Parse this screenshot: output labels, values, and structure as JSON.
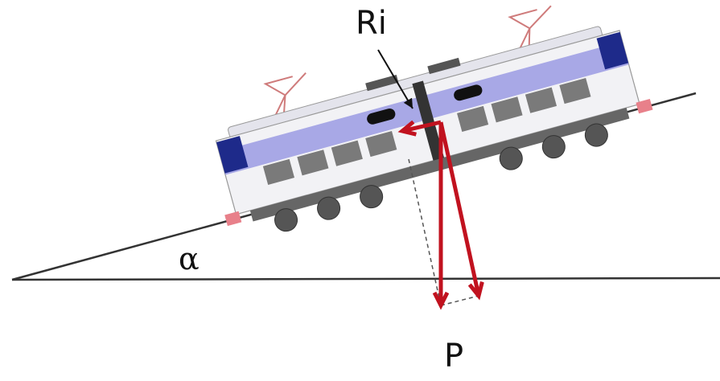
{
  "labels": {
    "resistance": "Ri",
    "weight": "P",
    "angle": "α"
  },
  "colors": {
    "force_arrow": "#c1121f",
    "ground": "#333333",
    "train_body": "#f2f2f5",
    "train_stripe": "#8f8fe0",
    "train_roof": "#e4e4ec",
    "window": "#7a7a7a",
    "undercarriage": "#666666",
    "buffer": "#e8808a",
    "pantograph": "#cf7b7b"
  },
  "icons": {
    "locomotive": "electric-locomotive-icon",
    "pantograph": "pantograph-icon"
  }
}
